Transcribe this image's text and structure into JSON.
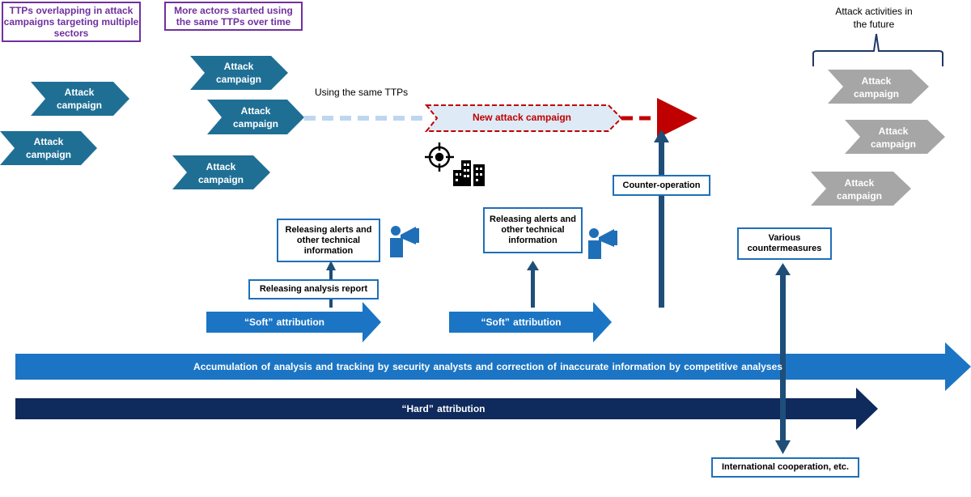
{
  "notes": {
    "ttps_overlap": "TTPs overlapping in attack campaigns targeting multiple sectors",
    "more_actors": "More actors started using the same TTPs over time",
    "future": "Attack activities in the future"
  },
  "campaign_label": "Attack campaign",
  "using_same_ttps": "Using the same TTPs",
  "new_campaign": "New attack campaign",
  "releasing_alerts": "Releasing alerts and other technical information",
  "releasing_report": "Releasing analysis report",
  "soft_attribution": "“Soft” attribution",
  "counter_operation": "Counter-operation",
  "various_countermeasures": "Various countermeasures",
  "accumulation": "Accumulation of analysis and tracking by security analysts and correction of inaccurate information by competitive analyses",
  "hard_attribution": "“Hard” attribution",
  "international": "International cooperation, etc.",
  "colors": {
    "campaign": "#1f6f95",
    "future_campaign": "#a6a6a6",
    "new_campaign_border": "#c00000",
    "new_campaign_fill": "#deebf7",
    "accent_purple": "#7030a0",
    "box_border": "#1f6fb8",
    "accumulation_arrow": "#1b75c4",
    "hard_arrow": "#0f2a5c",
    "vertical_arrow": "#1f4e79"
  },
  "icons": [
    "target-icon",
    "buildings-icon",
    "megaphone-person-icon"
  ]
}
